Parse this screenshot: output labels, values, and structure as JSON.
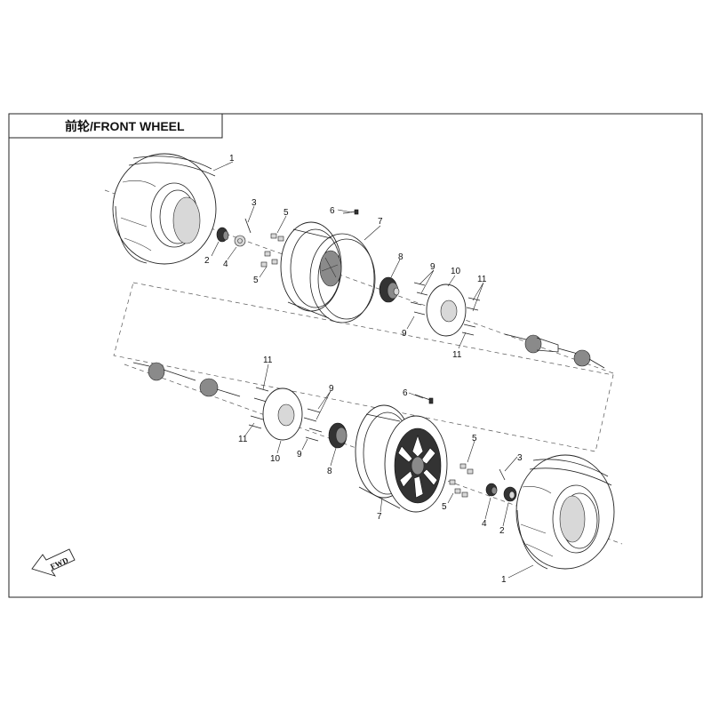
{
  "title": "前轮/FRONT WHEEL",
  "direction_label": "FWD",
  "callouts": {
    "c1a": "1",
    "c2a": "2",
    "c3a": "3",
    "c4a": "4",
    "c5a": "5",
    "c5b": "5",
    "c6a": "6",
    "c7a": "7",
    "c8a": "8",
    "c9a": "9",
    "c9b": "9",
    "c10a": "10",
    "c11a": "11",
    "c11b": "11",
    "c1b": "1",
    "c2b": "2",
    "c3b": "3",
    "c4b": "4",
    "c5c": "5",
    "c5d": "5",
    "c6b": "6",
    "c7b": "7",
    "c8b": "8",
    "c9c": "9",
    "c9d": "9",
    "c10b": "10",
    "c11c": "11",
    "c11d": "11"
  }
}
